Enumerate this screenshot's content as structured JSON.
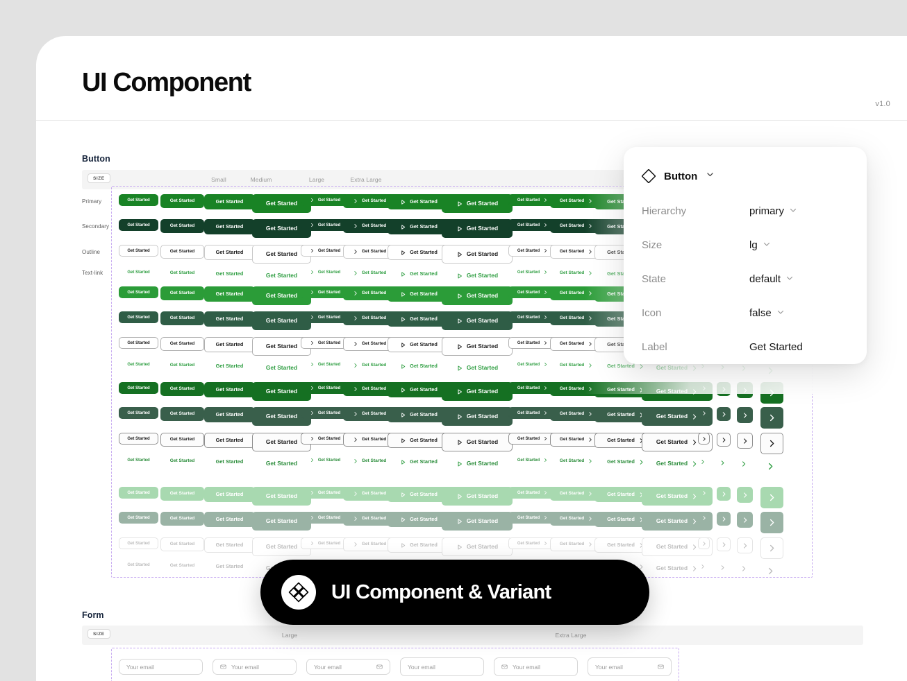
{
  "header": {
    "title": "UI Component",
    "version": "v1.0"
  },
  "sections": {
    "button": {
      "title": "Button",
      "size_pill": "SIZE",
      "size_labels": [
        "Small",
        "Medium",
        "Large",
        "Extra Large"
      ],
      "row_labels": [
        "Primary",
        "Secondary",
        "Outline",
        "Text-link"
      ],
      "label": "Get Started",
      "colors": {
        "primary": "#198325",
        "secondary": "#13402a",
        "outline_border": "#c9c9c9",
        "textlink": "#2f9e42",
        "primary_disabled": "#a8d9b0",
        "secondary_disabled": "#9ab3a5"
      }
    },
    "form": {
      "title": "Form",
      "size_pill": "SIZE",
      "size_labels": [
        "Large",
        "Extra Large"
      ],
      "placeholder": "Your email"
    }
  },
  "panel": {
    "title": "Button",
    "rows": [
      {
        "name": "Hierarchy",
        "value": "primary"
      },
      {
        "name": "Size",
        "value": "lg"
      },
      {
        "name": "State",
        "value": "default"
      },
      {
        "name": "Icon",
        "value": "false"
      },
      {
        "name": "Label",
        "value": "Get Started"
      }
    ]
  },
  "badge": {
    "text": "UI Component & Variant"
  }
}
